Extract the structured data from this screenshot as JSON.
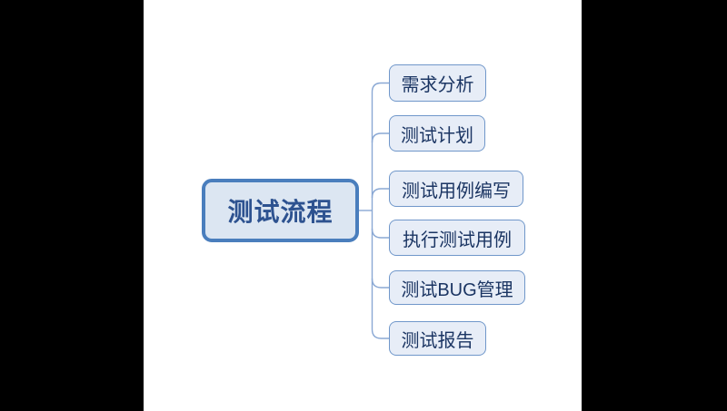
{
  "diagram": {
    "type": "mindmap",
    "root": {
      "label": "测试流程"
    },
    "children": [
      {
        "label": "需求分析"
      },
      {
        "label": "测试计划"
      },
      {
        "label": "测试用例编写"
      },
      {
        "label": "执行测试用例"
      },
      {
        "label": "测试BUG管理"
      },
      {
        "label": "测试报告"
      }
    ],
    "colors": {
      "root_fill": "#dce6f2",
      "root_border": "#4a7ebd",
      "root_text": "#2d5290",
      "child_fill": "#e7edf7",
      "child_border": "#7097ca",
      "child_text": "#1b3563",
      "connector": "#8aa8d4",
      "background": "#ffffff",
      "pillarbox": "#000000"
    }
  }
}
